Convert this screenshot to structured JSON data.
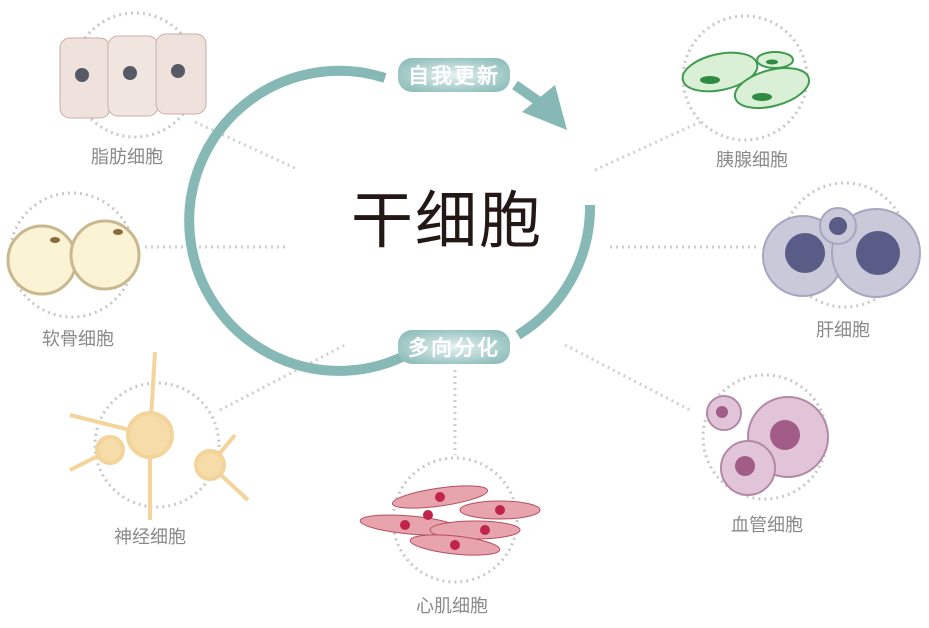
{
  "center": {
    "title": "干细胞",
    "top_label": "自我更新",
    "bottom_label": "多向分化"
  },
  "cells": [
    {
      "name": "脂肪细胞"
    },
    {
      "name": "软骨细胞"
    },
    {
      "name": "神经细胞"
    },
    {
      "name": "心肌细胞"
    },
    {
      "name": "血管细胞"
    },
    {
      "name": "肝细胞"
    },
    {
      "name": "胰腺细胞"
    }
  ],
  "colors": {
    "cycle": "#86b8b5",
    "label": "#8a8a8a",
    "title": "#231815"
  }
}
